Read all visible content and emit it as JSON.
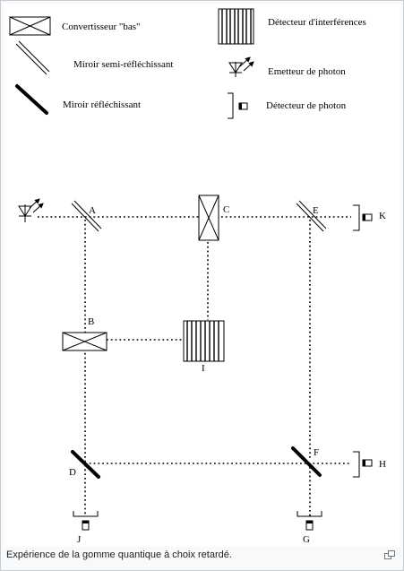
{
  "legend": {
    "down_converter": "Convertisseur \"bas\"",
    "semi_mirror": "Miroir semi-réfléchissant",
    "mirror": "Miroir réfléchissant",
    "interference_detector": "Détecteur d'interférences",
    "photon_emitter": "Emetteur de photon",
    "photon_detector": "Détecteur de photon"
  },
  "points": {
    "A": "A",
    "B": "B",
    "C": "C",
    "D": "D",
    "E": "E",
    "F": "F",
    "G": "G",
    "H": "H",
    "I": "I",
    "J": "J",
    "K": "K"
  },
  "caption": "Expérience de la gomme quantique à choix retardé.",
  "icons": {
    "enlarge": "magnify-icon"
  }
}
